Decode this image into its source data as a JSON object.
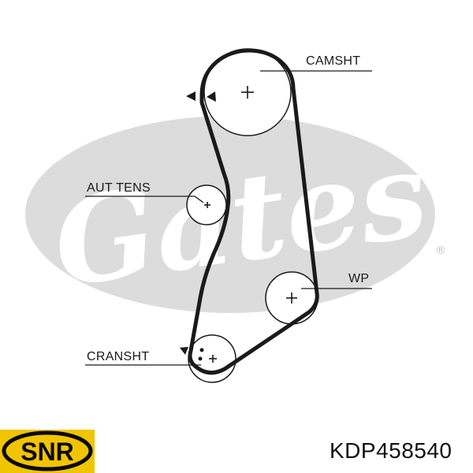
{
  "diagram": {
    "pulley_labels": {
      "camshaft": "CAMSHT",
      "tensioner": "AUT TENS",
      "water_pump": "WP",
      "crankshaft": "CRANSHT"
    }
  },
  "brand": {
    "name": "SNR",
    "color": "#f1c400",
    "text_color": "#0a0a0a"
  },
  "watermark": {
    "name": "Gates",
    "registered_mark": "®",
    "color": "#dcdcdc"
  },
  "part_number": "KDP458540"
}
